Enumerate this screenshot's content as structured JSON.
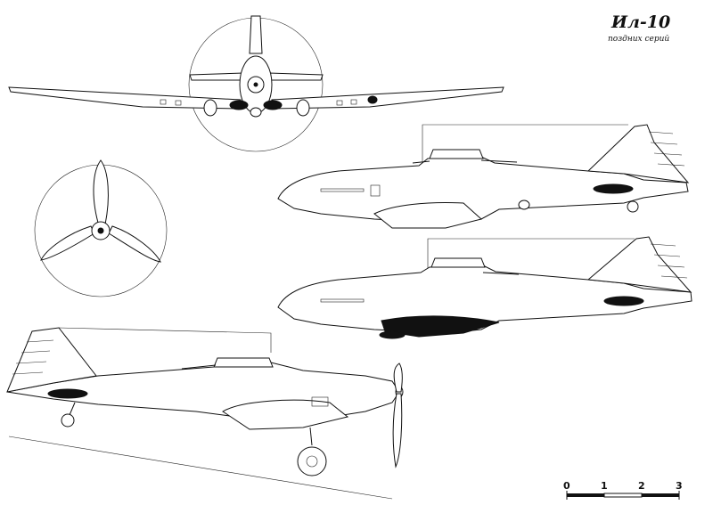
{
  "drawing": {
    "title": "Ил-10",
    "subtitle": "поздних серий"
  },
  "scale_bar": {
    "ticks": [
      "0",
      "1",
      "2",
      "3"
    ]
  }
}
